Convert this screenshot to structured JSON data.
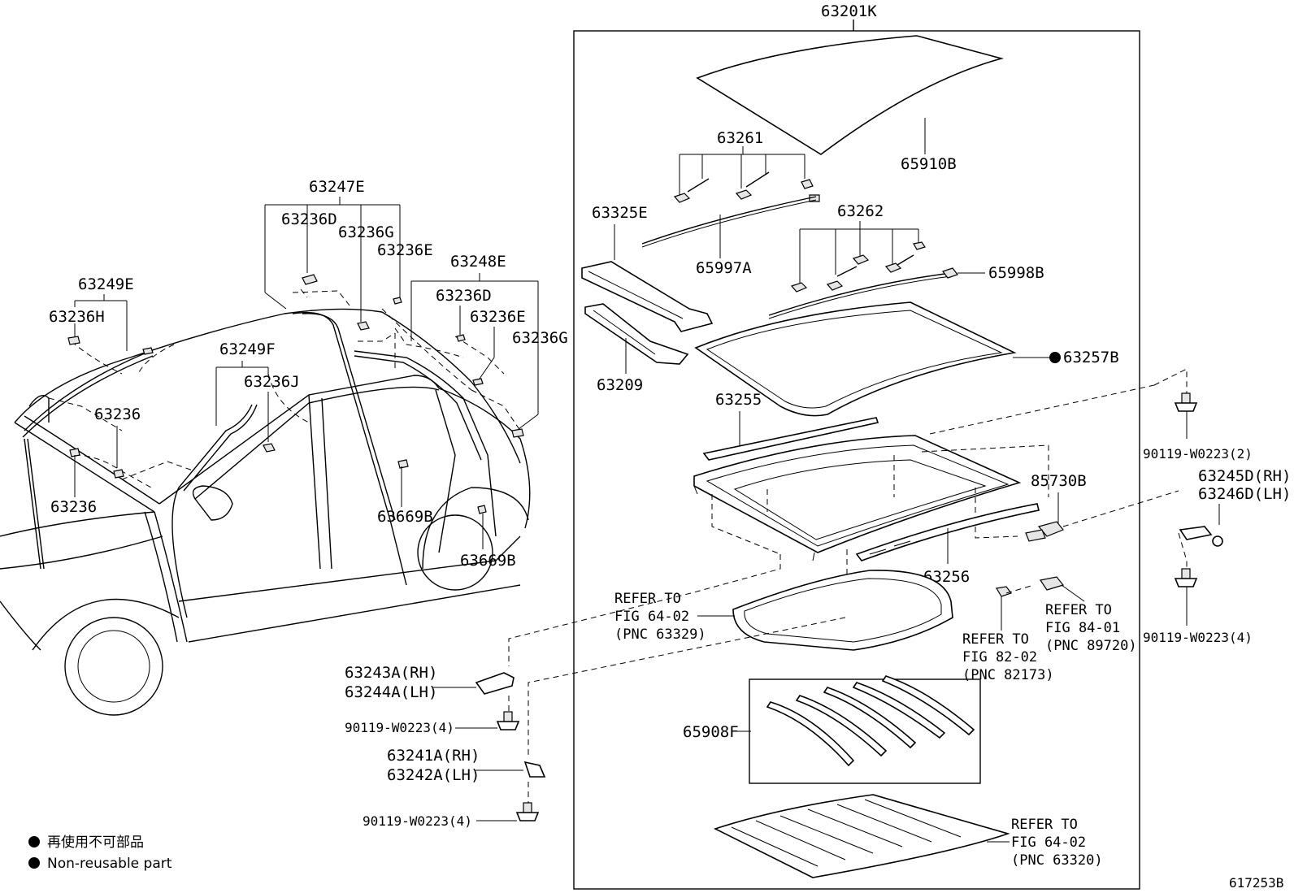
{
  "diagram": {
    "labels": {
      "p63201K": "63201K",
      "p65910B": "65910B",
      "p63261": "63261",
      "p63325E": "63325E",
      "p63262": "63262",
      "p65997A": "65997A",
      "p65998B": "65998B",
      "p63257B": "63257B",
      "p63209": "63209",
      "p63255": "63255",
      "p85730B": "85730B",
      "p63256": "63256",
      "p65908F": "65908F",
      "p63247E": "63247E",
      "p63236D_a": "63236D",
      "p63236G_a": "63236G",
      "p63236E_a": "63236E",
      "p63248E": "63248E",
      "p63236D_b": "63236D",
      "p63236E_b": "63236E",
      "p63236G_b": "63236G",
      "p63249E": "63249E",
      "p63236H": "63236H",
      "p63249F": "63249F",
      "p63236J": "63236J",
      "p63236_a": "63236",
      "p63236_b": "63236",
      "p63669B_a": "63669B",
      "p63669B_b": "63669B",
      "p63243A": "63243A(RH)",
      "p63244A": "63244A(LH)",
      "p90119_a": "90119-W0223(4)",
      "p63241A": "63241A(RH)",
      "p63242A": "63242A(LH)",
      "p90119_b": "90119-W0223(4)",
      "p90119_c": "90119-W0223(2)",
      "p63245D": "63245D(RH)",
      "p63246D": "63246D(LH)",
      "p90119_d": "90119-W0223(4)"
    },
    "references": {
      "ref_6402_a": [
        "REFER TO",
        "FIG 64-02",
        "(PNC 63329)"
      ],
      "ref_8202": [
        "REFER TO",
        "FIG 82-02",
        "(PNC 82173)"
      ],
      "ref_8401": [
        "REFER TO",
        "FIG 84-01",
        "(PNC 89720)"
      ],
      "ref_6402_b": [
        "REFER TO",
        "FIG 64-02",
        "(PNC 63320)"
      ]
    },
    "legend": {
      "line1": "再使用不可部品",
      "line2": "Non-reusable part"
    },
    "figure_id": "617253B"
  }
}
